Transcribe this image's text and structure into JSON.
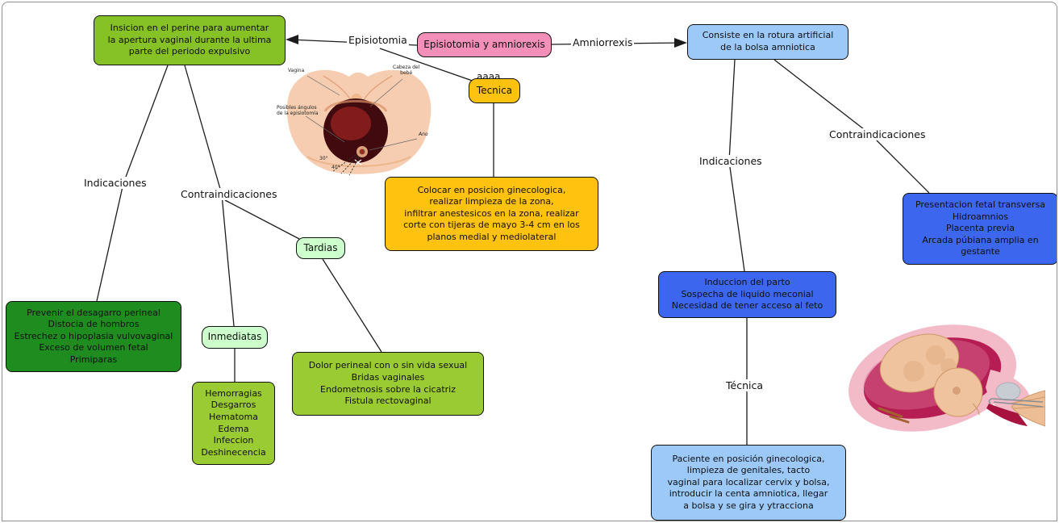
{
  "canvas": {
    "background": "#ffffff",
    "border_color": "#8f8f8f"
  },
  "root_node": {
    "label": "Episiotomia y amniorexis",
    "color": "#f48fb9"
  },
  "link_labels": {
    "episiotomia": "Episiotomia",
    "amniorrexis": "Amniorrexis",
    "indicaciones_left": "Indicaciones",
    "contraindicaciones_left": "Contraindicaciones",
    "indicaciones_right": "Indicaciones",
    "contraindicaciones_right": "Contraindicaciones",
    "tecnica_right": "Técnica",
    "stray_text": "aaaa"
  },
  "nodes": {
    "episiotomia_definition": {
      "text": "Insicion en el perine para aumentar\nla apertura vaginal durante la ultima\nparte del periodo expulsivo",
      "color": "#86c125"
    },
    "amniorrexis_definition": {
      "text": "Consiste en la rotura artificial\nde la bolsa amniotica",
      "color": "#9cc9f8"
    },
    "tecnica": {
      "text": "Tecnica",
      "color": "#ffc20e"
    },
    "tecnica_detalle": {
      "text": "Colocar en posicion ginecologica,\nrealizar limpieza de la zona,\ninfiltrar anestesicos en la zona, realizar\ncorte con tijeras de mayo 3-4 cm en los\nplanos medial y mediolateral",
      "color": "#ffc20e"
    },
    "indicaciones_episiotomia": {
      "text": "Prevenir el desagarro perineal\nDistocia de hombros\nEstrechez o hipoplasia vulvovaginal\nExceso de volumen fetal\nPrimiparas",
      "color": "#1e8c1e"
    },
    "inmediatas": {
      "text": "Inmediatas",
      "color": "#ccffcc"
    },
    "tardias": {
      "text": "Tardias",
      "color": "#ccffcc"
    },
    "complicaciones_inmediatas": {
      "text": "Hemorragias\nDesgarros\nHematoma\nEdema\nInfeccion\nDeshinecencia",
      "color": "#9bcb33"
    },
    "complicaciones_tardias": {
      "text": "Dolor perineal con o sin vida sexual\nBridas vaginales\nEndometnosis sobre la cicatriz\nFistula rectovaginal",
      "color": "#9bcb33"
    },
    "indicaciones_amniorrexis": {
      "text": "Induccion del parto\nSospecha de liquido meconial\nNecesidad de tener acceso al feto",
      "color": "#3d66ef"
    },
    "contraindicaciones_amniorrexis": {
      "text": "Presentacion fetal transversa\nHidroamnios\nPlacenta previa\nArcada púbiana amplia en\ngestante",
      "color": "#3d66ef"
    },
    "tecnica_amniorrexis": {
      "text": "Paciente en posición ginecologica,\nlimpieza de genitales, tacto\nvaginal para localizar cervix y bolsa,\nintroducir la centa amniotica, llegar\na bolsa y se gira y ytracciona",
      "color": "#9cc9f8"
    }
  },
  "perineum_image": {
    "label_vagina": "Vagina",
    "label_cabeza": "Cabeza del\nbebé",
    "label_angulos": "Posibles ángulos\nde la episiotomía",
    "label_ano": "Ano",
    "angle_small": "30°",
    "angle_large": "40°"
  }
}
